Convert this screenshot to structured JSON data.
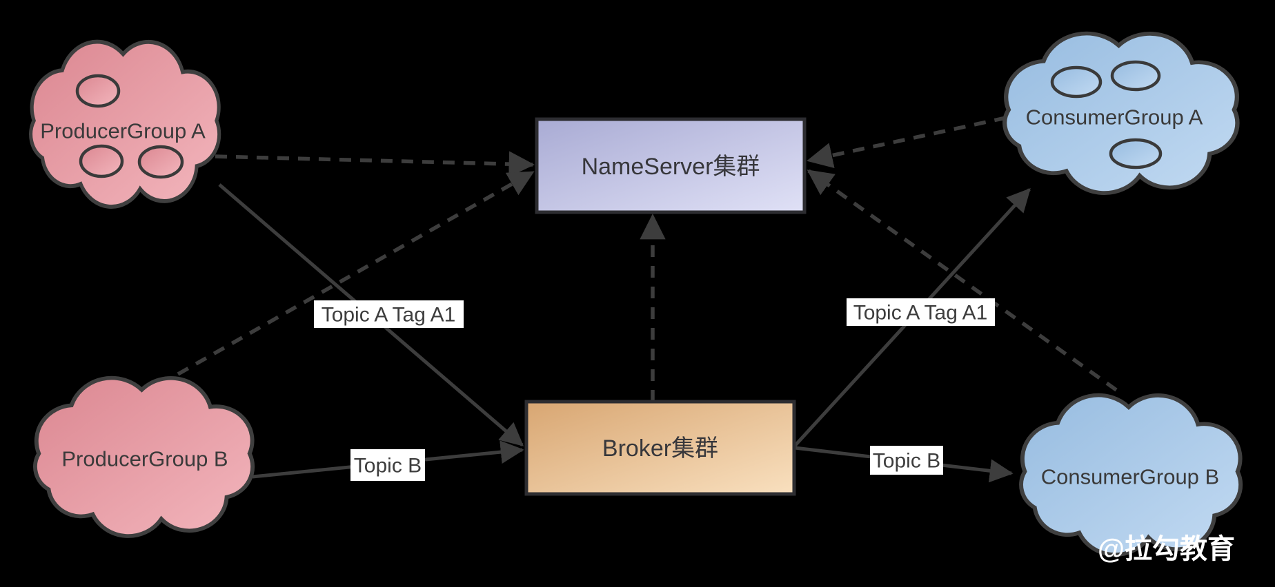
{
  "nodes": {
    "producer_group_a": {
      "label": "ProducerGroup A",
      "shape": "cloud",
      "color": "#e6959f",
      "instances": 3
    },
    "producer_group_b": {
      "label": "ProducerGroup B",
      "shape": "cloud",
      "color": "#e6959f",
      "instances": 0
    },
    "consumer_group_a": {
      "label": "ConsumerGroup A",
      "shape": "cloud",
      "color": "#aac9e8",
      "instances": 3
    },
    "consumer_group_b": {
      "label": "ConsumerGroup B",
      "shape": "cloud",
      "color": "#aac9e8",
      "instances": 0
    },
    "nameserver_cluster": {
      "label": "NameServer集群",
      "shape": "rect",
      "color": "#c3c4e8"
    },
    "broker_cluster": {
      "label": "Broker集群",
      "shape": "rect",
      "color": "#eac493"
    }
  },
  "edge_labels": {
    "topic_a_tag_a1_left": "Topic A Tag A1",
    "topic_b_left": "Topic B",
    "topic_a_tag_a1_right": "Topic A Tag A1",
    "topic_b_right": "Topic B"
  },
  "edges": [
    {
      "from": "producer_group_a",
      "to": "nameserver_cluster",
      "style": "dashed"
    },
    {
      "from": "producer_group_b",
      "to": "nameserver_cluster",
      "style": "dashed"
    },
    {
      "from": "broker_cluster",
      "to": "nameserver_cluster",
      "style": "dashed"
    },
    {
      "from": "consumer_group_a",
      "to": "nameserver_cluster",
      "style": "dashed"
    },
    {
      "from": "consumer_group_b",
      "to": "nameserver_cluster",
      "style": "dashed"
    },
    {
      "from": "producer_group_a",
      "to": "broker_cluster",
      "style": "solid",
      "label": "Topic A Tag A1"
    },
    {
      "from": "producer_group_b",
      "to": "broker_cluster",
      "style": "solid",
      "label": "Topic B"
    },
    {
      "from": "broker_cluster",
      "to": "consumer_group_a",
      "style": "solid",
      "label": "Topic A Tag A1"
    },
    {
      "from": "broker_cluster",
      "to": "consumer_group_b",
      "style": "solid",
      "label": "Topic B"
    }
  ],
  "watermark": "@拉勾教育",
  "colors": {
    "background": "#000000",
    "line": "#3d3d3d",
    "label_background": "#ffffff",
    "cloud_outline": "#3f3f3f",
    "box_outline": "#2d2d31",
    "producer_cloud_fill": "#e6959f",
    "consumer_cloud_fill": "#aac9e8",
    "nameserver_fill": "#c3c4e8",
    "broker_fill": "#eac493",
    "watermark_color": "#ffffff"
  }
}
